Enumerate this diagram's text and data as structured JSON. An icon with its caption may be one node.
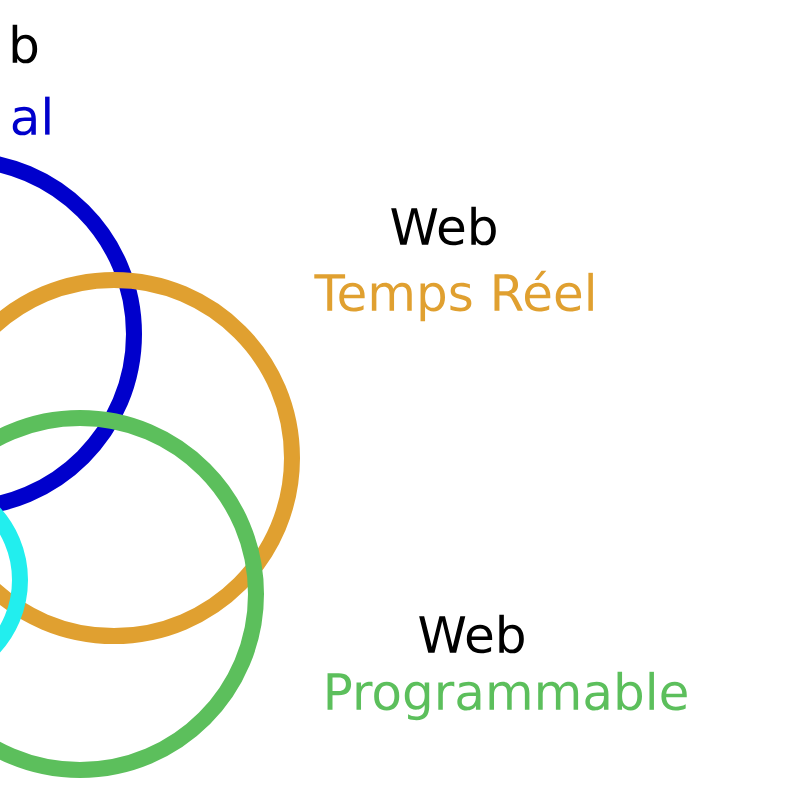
{
  "diagram": {
    "nodes": [
      {
        "text": [
          "b",
          "al"
        ]
      },
      {
        "text": [
          "Web",
          "Temps Réel"
        ]
      },
      {
        "text": [
          "Web",
          "Programmable"
        ]
      },
      {
        "text": [],
        "shape": "circle"
      }
    ]
  }
}
